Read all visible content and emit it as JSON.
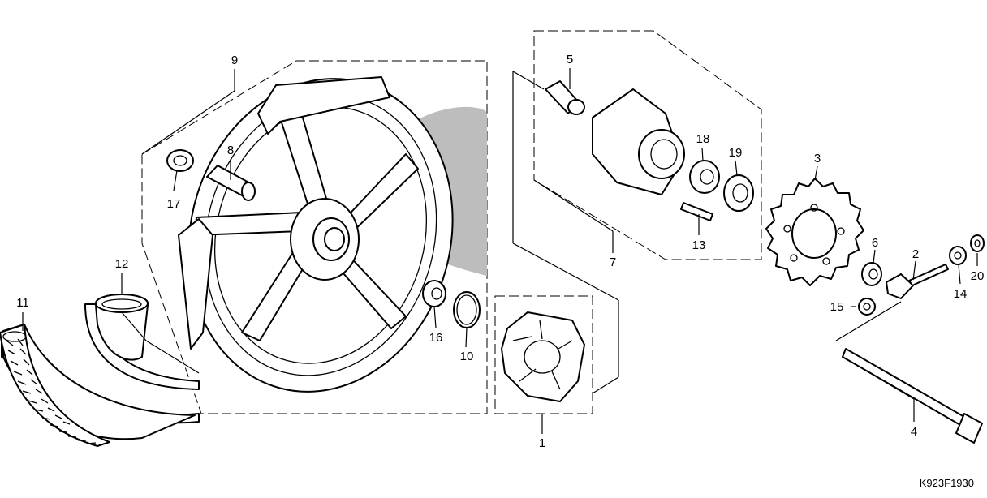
{
  "diagram": {
    "diagram_code": "K923F1930",
    "callouts": {
      "p1": "1",
      "p2": "2",
      "p3": "3",
      "p4": "4",
      "p5": "5",
      "p6": "6",
      "p7": "7",
      "p8": "8",
      "p9": "9",
      "p10": "10",
      "p11": "11",
      "p12": "12",
      "p13": "13",
      "p14": "14",
      "p15": "15",
      "p16": "16",
      "p17": "17",
      "p18": "18",
      "p19": "19",
      "p20": "20"
    }
  }
}
